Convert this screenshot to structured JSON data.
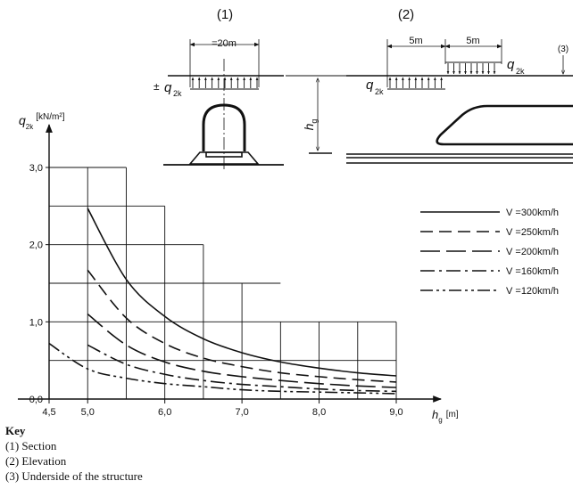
{
  "figure": {
    "section_label": "(1)",
    "elevation_label": "(2)",
    "underside_label": "(3)",
    "dim_20m": "=20m",
    "dim_5m_a": "5m",
    "dim_5m_b": "5m",
    "q_symbol": "q",
    "q_subscript": "2k",
    "pm_symbol": "±",
    "hg_symbol": "h",
    "hg_subscript": "g"
  },
  "chart_data": {
    "type": "line",
    "ylabel_symbol": "q",
    "ylabel_subscript": "2k",
    "ylabel_unit": "[kN/m²]",
    "xlabel_symbol": "h",
    "xlabel_subscript": "g",
    "xlabel_unit": "[m]",
    "xlim": [
      4.5,
      9.0
    ],
    "ylim": [
      0,
      3.0
    ],
    "x_ticks": [
      "4,5",
      "5,0",
      "6,0",
      "7,0",
      "8,0",
      "9,0"
    ],
    "x_tick_values": [
      4.5,
      5.0,
      6.0,
      7.0,
      8.0,
      9.0
    ],
    "y_ticks": [
      "0,0",
      "1,0",
      "2,0",
      "3,0"
    ],
    "y_tick_values": [
      0,
      1,
      2,
      3
    ],
    "grid": "stepped",
    "legend_position": "right",
    "series": [
      {
        "name": "V =300km/h",
        "dash": "solid",
        "x": [
          5.0,
          5.5,
          6.0,
          6.5,
          7.0,
          7.5,
          8.0,
          8.5,
          9.0
        ],
        "values": [
          2.47,
          1.55,
          1.07,
          0.78,
          0.6,
          0.48,
          0.4,
          0.34,
          0.3
        ]
      },
      {
        "name": "V =250km/h",
        "dash": "dash",
        "x": [
          5.0,
          5.5,
          6.0,
          6.5,
          7.0,
          7.5,
          8.0,
          8.5,
          9.0
        ],
        "values": [
          1.67,
          1.05,
          0.72,
          0.53,
          0.42,
          0.34,
          0.29,
          0.25,
          0.22
        ]
      },
      {
        "name": "V =200km/h",
        "dash": "longdash",
        "x": [
          5.0,
          5.5,
          6.0,
          6.5,
          7.0,
          7.5,
          8.0,
          8.5,
          9.0
        ],
        "values": [
          1.1,
          0.7,
          0.48,
          0.36,
          0.29,
          0.24,
          0.2,
          0.17,
          0.15
        ]
      },
      {
        "name": "V =160km/h",
        "dash": "dashdot",
        "x": [
          5.0,
          5.5,
          6.0,
          6.5,
          7.0,
          7.5,
          8.0,
          8.5,
          9.0
        ],
        "values": [
          0.7,
          0.45,
          0.32,
          0.24,
          0.19,
          0.16,
          0.13,
          0.11,
          0.1
        ]
      },
      {
        "name": "V =120km/h",
        "dash": "dashdotdot",
        "x": [
          4.5,
          5.0,
          5.5,
          6.0,
          6.5,
          7.0,
          7.5,
          8.0,
          8.5,
          9.0
        ],
        "values": [
          0.72,
          0.39,
          0.27,
          0.2,
          0.16,
          0.12,
          0.1,
          0.09,
          0.08,
          0.07
        ]
      }
    ]
  },
  "key": {
    "title": "Key",
    "items": [
      "(1)  Section",
      "(2)  Elevation",
      "(3)  Underside of the structure"
    ]
  }
}
